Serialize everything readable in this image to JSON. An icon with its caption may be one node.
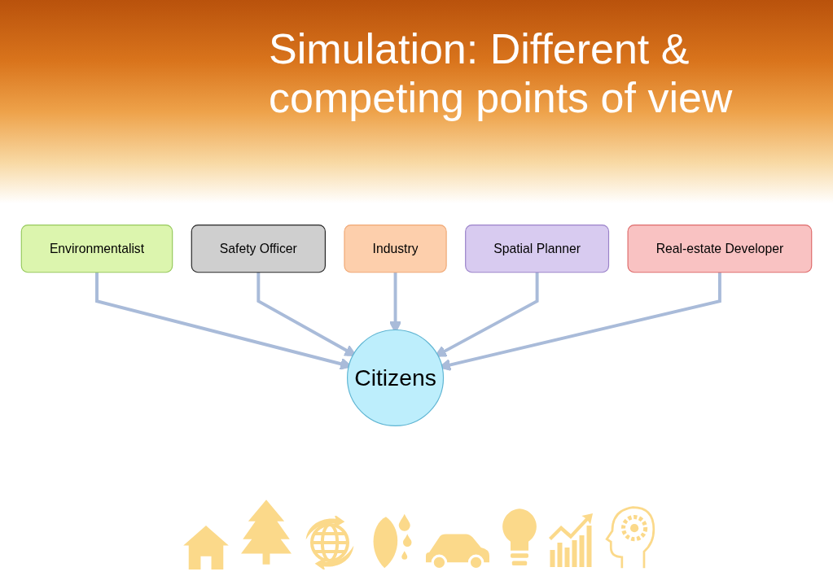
{
  "diagram": {
    "title": "Simulation: Different & competing points of view",
    "nodes": [
      {
        "text": [
          "Environmentalist"
        ]
      },
      {
        "text": [
          "Safety Officer"
        ]
      },
      {
        "text": [
          "Industry"
        ]
      },
      {
        "text": [
          "Spatial Planner"
        ]
      },
      {
        "text": [
          "Citizens"
        ]
      },
      {
        "text": [
          "Real-estate Developer"
        ]
      }
    ],
    "edges": [
      {
        "from": 0,
        "to": 4,
        "arrow": "to"
      },
      {
        "from": 1,
        "to": 4,
        "arrow": "to"
      },
      {
        "from": 2,
        "to": 4,
        "arrow": "to"
      },
      {
        "from": 3,
        "to": 4,
        "arrow": "to"
      },
      {
        "from": 5,
        "to": 4,
        "arrow": "to"
      }
    ]
  }
}
